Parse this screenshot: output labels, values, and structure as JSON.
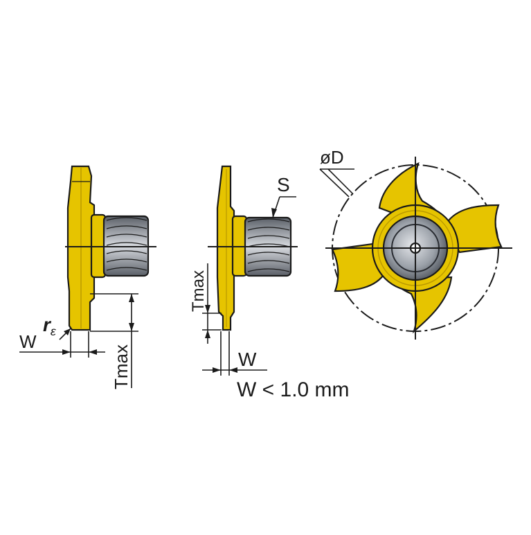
{
  "colors": {
    "insert": "#e6c400",
    "insert_dark": "#b99800",
    "outline": "#1a1a1a",
    "steel_light": "#e4e6ea",
    "steel_mid": "#9aa0a8",
    "steel_dark": "#4d525a",
    "background": "#ffffff"
  },
  "labels": {
    "corner_radius_symbol": "r",
    "corner_radius_subscript": "ε",
    "width_left": "W",
    "tmax_left": "Tmax",
    "thread_label": "S",
    "tmax_middle": "Tmax",
    "width_middle": "W",
    "width_condition": "W < 1.0 mm",
    "diameter_label": "øD"
  }
}
